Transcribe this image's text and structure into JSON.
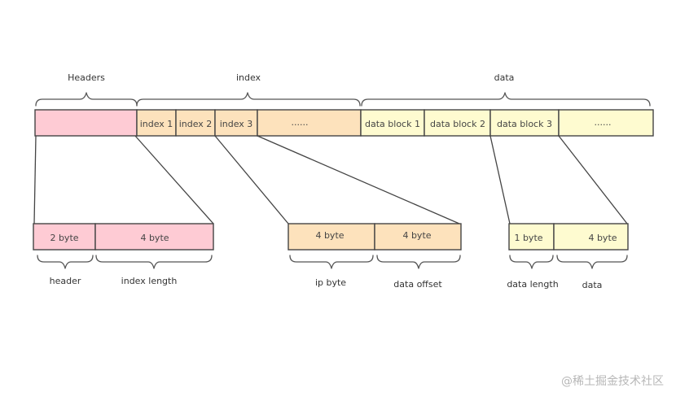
{
  "colors": {
    "header": "#fecbd4",
    "index": "#fde2bc",
    "data": "#fefbd0",
    "stroke": "#444444"
  },
  "top_groups": {
    "headers": "Headers",
    "index": "index",
    "data": "data"
  },
  "top_cells": {
    "index_1": "index 1",
    "index_2": "index 2",
    "index_3": "index 3",
    "index_more": "......",
    "data_block_1": "data block 1",
    "data_block_2": "data block 2",
    "data_block_3": "data block 3",
    "data_more": "......"
  },
  "header_detail": {
    "cell_1": "2 byte",
    "cell_2": "4 byte",
    "label_1": "header",
    "label_2": "index length"
  },
  "index_detail": {
    "cell_1": "4 byte",
    "cell_2": "4 byte",
    "label_1": "ip byte",
    "label_2": "data offset"
  },
  "data_detail": {
    "cell_1": "1 byte",
    "cell_2": "4 byte",
    "label_1": "data length",
    "label_2": "data"
  },
  "watermark": "@稀土掘金技术社区"
}
